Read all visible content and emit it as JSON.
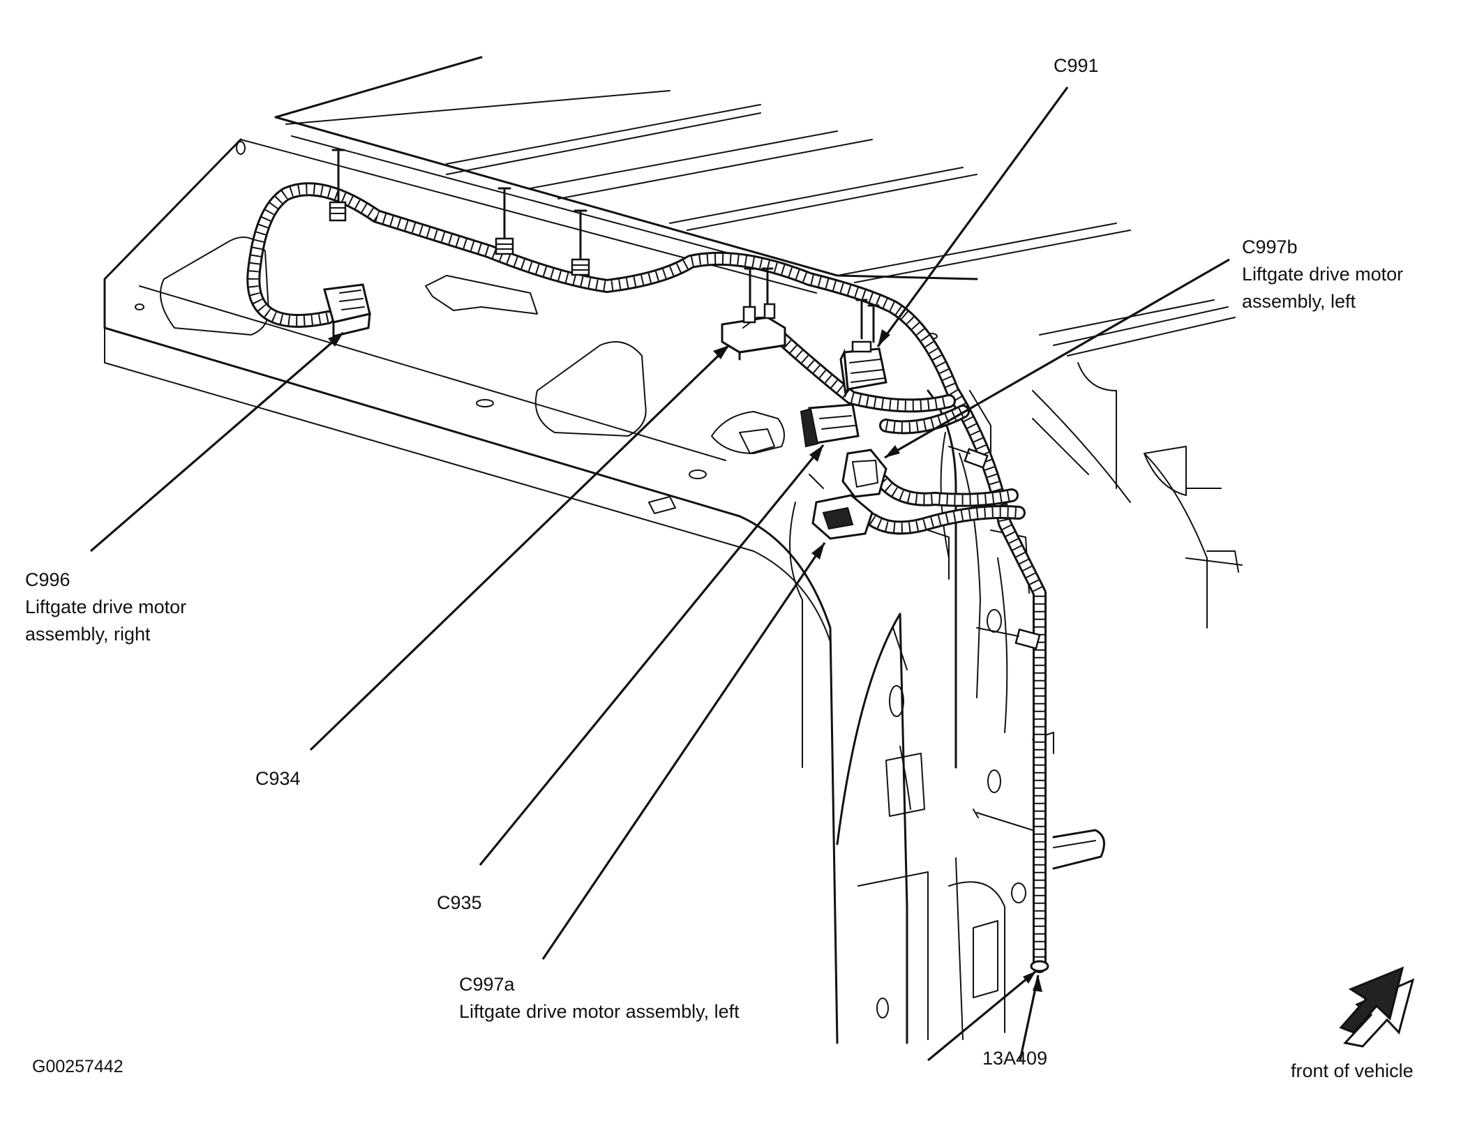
{
  "diagram": {
    "callouts": [
      {
        "id": "c991",
        "code": "C991",
        "lines": []
      },
      {
        "id": "c997b",
        "code": "C997b",
        "lines": [
          "Liftgate drive motor",
          "assembly, left"
        ]
      },
      {
        "id": "c996",
        "code": "C996",
        "lines": [
          "Liftgate drive motor",
          "assembly, right"
        ]
      },
      {
        "id": "c934",
        "code": "C934",
        "lines": []
      },
      {
        "id": "c935",
        "code": "C935",
        "lines": []
      },
      {
        "id": "c997a",
        "code": "C997a",
        "lines": [
          "Liftgate drive motor assembly, left"
        ]
      },
      {
        "id": "harness",
        "code": "13A409",
        "lines": []
      }
    ],
    "figure_id": "G00257442",
    "direction_label": "front of vehicle",
    "icons": [
      "front-direction-arrow-icon"
    ]
  }
}
